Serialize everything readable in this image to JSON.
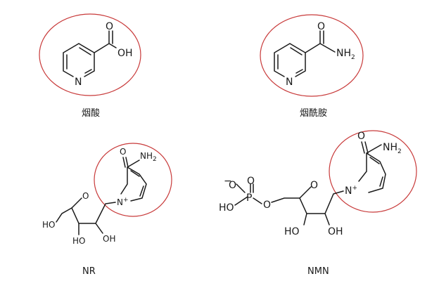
{
  "captions": {
    "nicotinic_acid": "烟酸",
    "nicotinamide": "烟酰胺",
    "nr": "NR",
    "nmn": "NMN"
  },
  "atoms": {
    "O": "O",
    "OH": "OH",
    "N": "N",
    "NH": "NH",
    "HO": "HO",
    "P": "P",
    "sub2": "2",
    "plus": "+",
    "minus": "−"
  },
  "highlight_color": "#c83a3a"
}
